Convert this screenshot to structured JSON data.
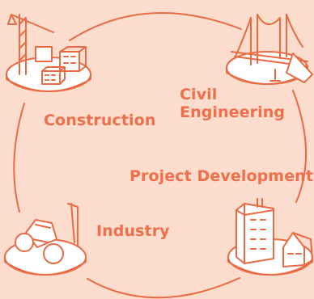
{
  "colors": {
    "background": "#fcdccd",
    "accent": "#ee6f4a",
    "stroke": "#ea6a43",
    "fill": "#ffffff"
  },
  "diagram": {
    "nodes": [
      {
        "id": "construction",
        "label": "Construction",
        "icon": "construction-crane-icon"
      },
      {
        "id": "civil",
        "label_lines": [
          "Civil",
          "Engineering"
        ],
        "icon": "bridge-icon"
      },
      {
        "id": "project",
        "label": "Project Development",
        "icon": "buildings-icon"
      },
      {
        "id": "industry",
        "label": "Industry",
        "icon": "road-roller-icon"
      }
    ]
  }
}
